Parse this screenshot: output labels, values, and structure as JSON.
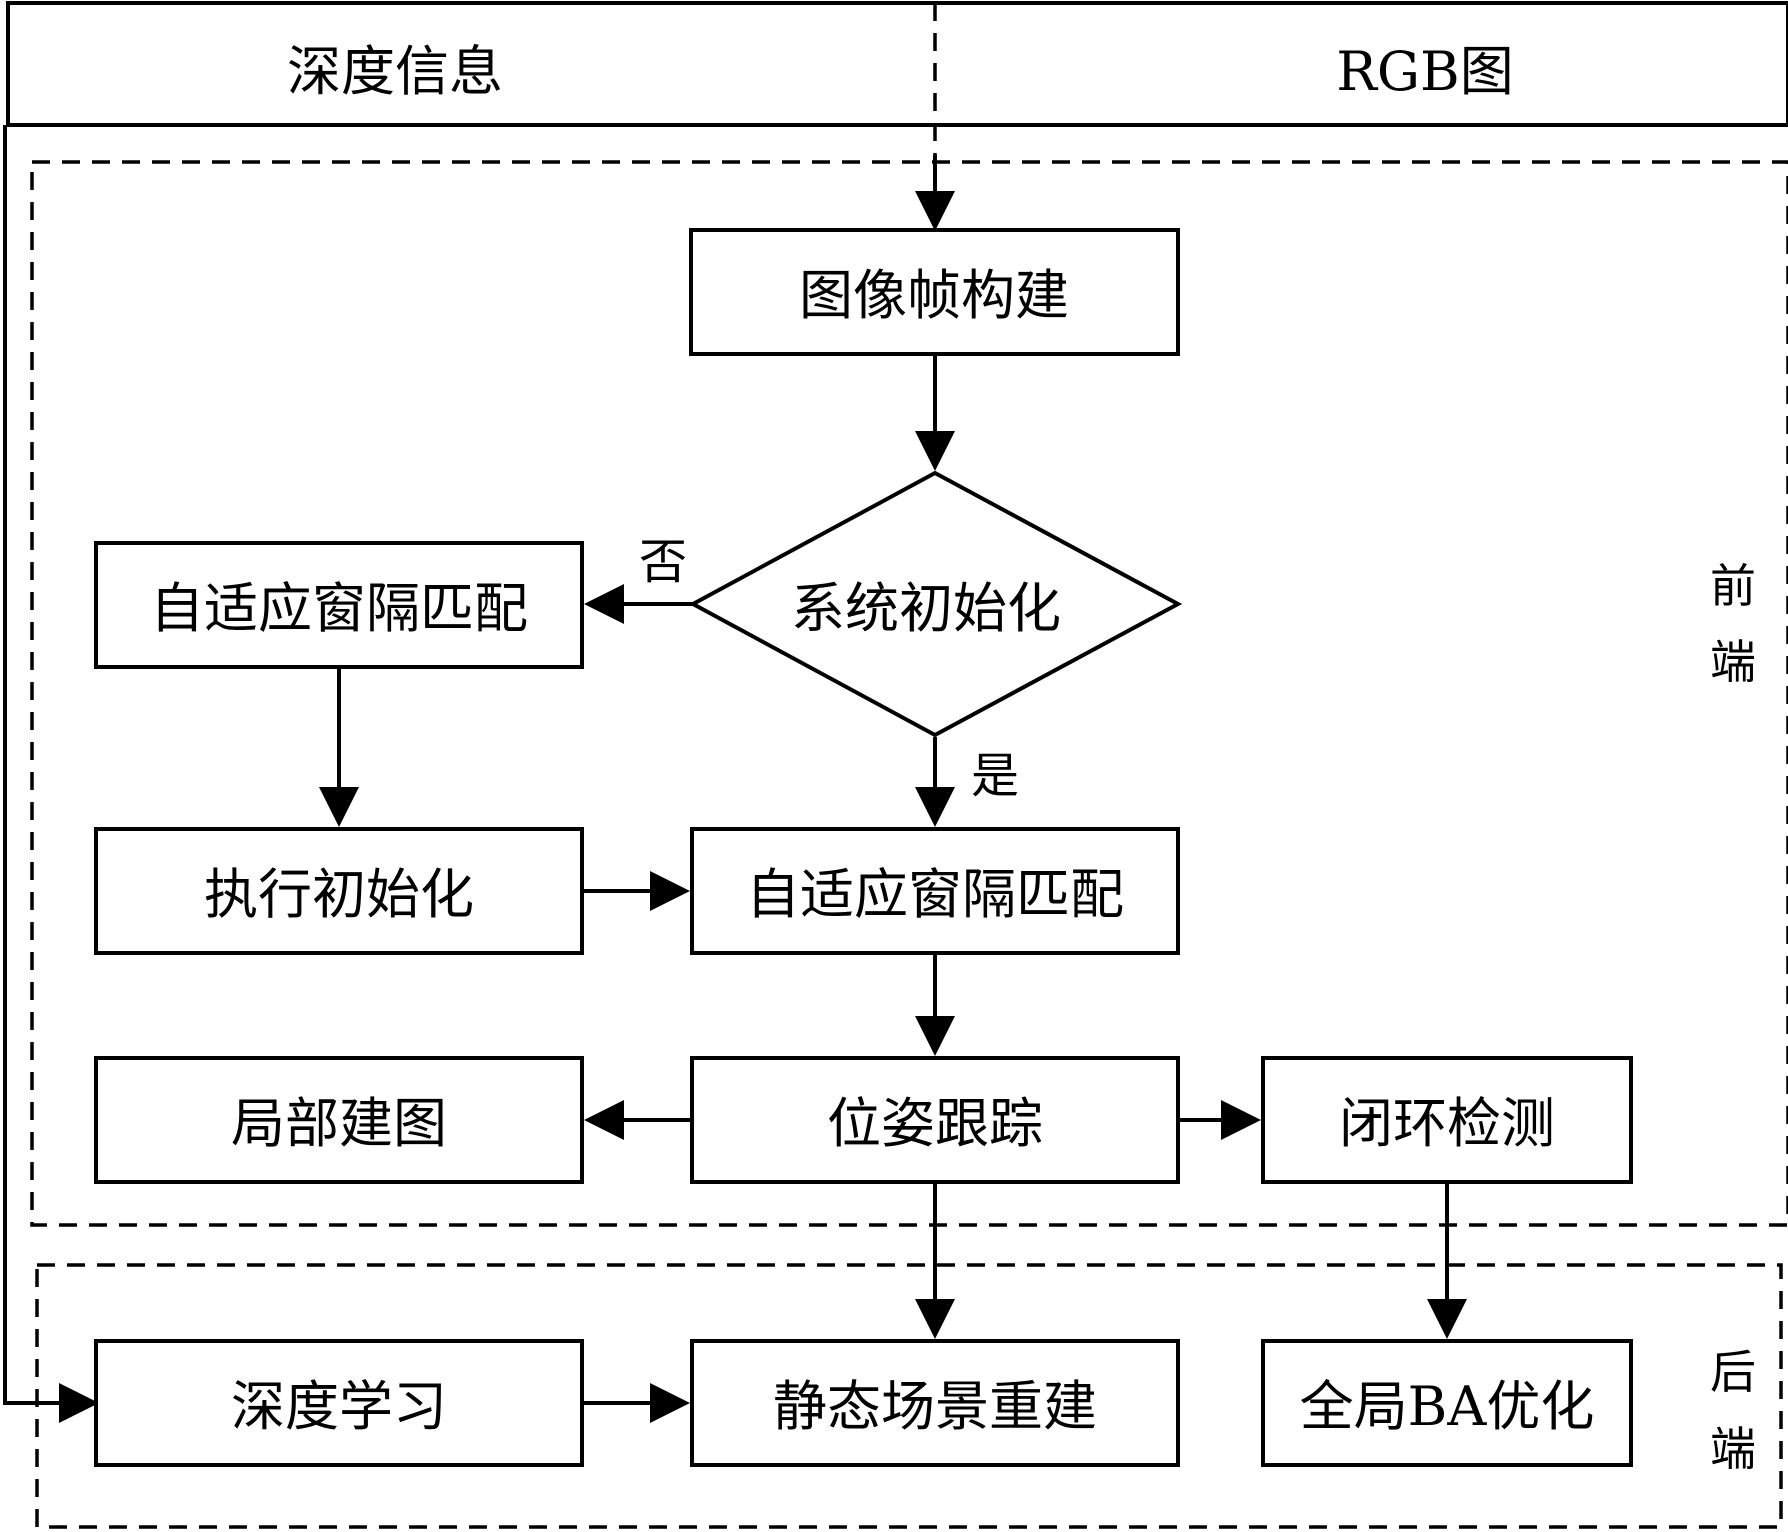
{
  "header": {
    "left": "深度信息",
    "right": "RGB图"
  },
  "regions": {
    "front": [
      "前",
      "端"
    ],
    "back": [
      "后",
      "端"
    ]
  },
  "nodes": {
    "image_frame": "图像帧构建",
    "system_init": "系统初始化",
    "adaptive_match_left": "自适应窗隔匹配",
    "execute_init": "执行初始化",
    "adaptive_match_center": "自适应窗隔匹配",
    "local_mapping": "局部建图",
    "pose_tracking": "位姿跟踪",
    "loop_detection": "闭环检测",
    "depth_learning": "深度学习",
    "static_reconstruction": "静态场景重建",
    "global_ba": "全局BA优化"
  },
  "edge_labels": {
    "no": "否",
    "yes": "是"
  }
}
